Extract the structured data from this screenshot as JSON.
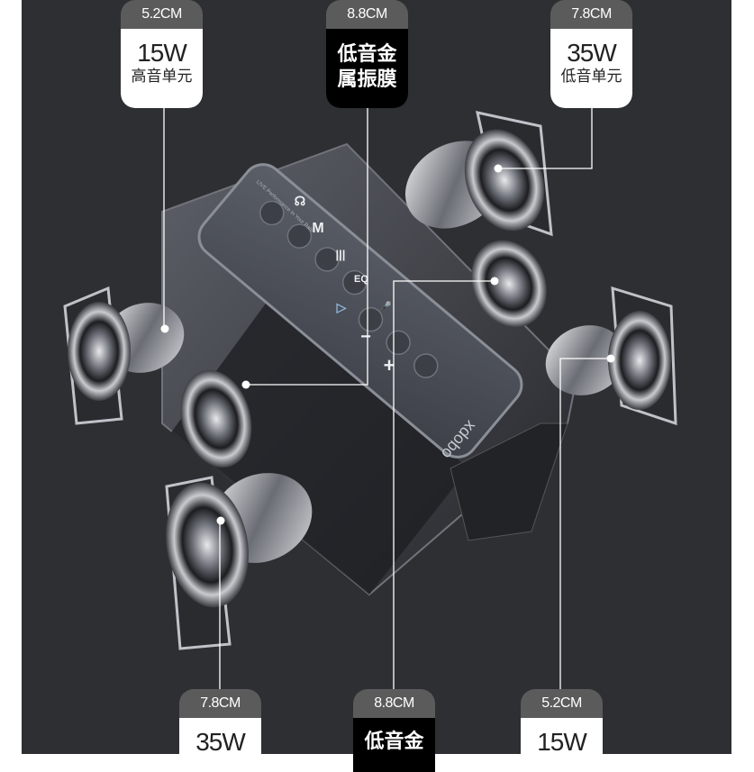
{
  "brand": "xdobo",
  "panel_tagline": "LIVE Performance In Your Pals",
  "panel_buttons": [
    "☊",
    "M",
    "|||",
    "EQ",
    "▷",
    "🎤",
    "−",
    "+"
  ],
  "colors": {
    "background": "#2e2f33",
    "label_header": "#5b5b5c",
    "label_body": "#ffffff",
    "label_dark": "#000000",
    "leader_line": "#ffffff"
  },
  "labels_top": [
    {
      "size": "5.2CM",
      "power": "15W",
      "desc": "高音单元"
    },
    {
      "size": "8.8CM",
      "desc": "低音金属振膜"
    },
    {
      "size": "7.8CM",
      "power": "35W",
      "desc": "低音单元"
    }
  ],
  "labels_top_dark_lines": [
    "低音金",
    "属振膜"
  ],
  "labels_bottom": [
    {
      "size": "7.8CM",
      "power": "35W"
    },
    {
      "size": "8.8CM",
      "desc": "低音金"
    },
    {
      "size": "5.2CM",
      "power": "15W"
    }
  ]
}
